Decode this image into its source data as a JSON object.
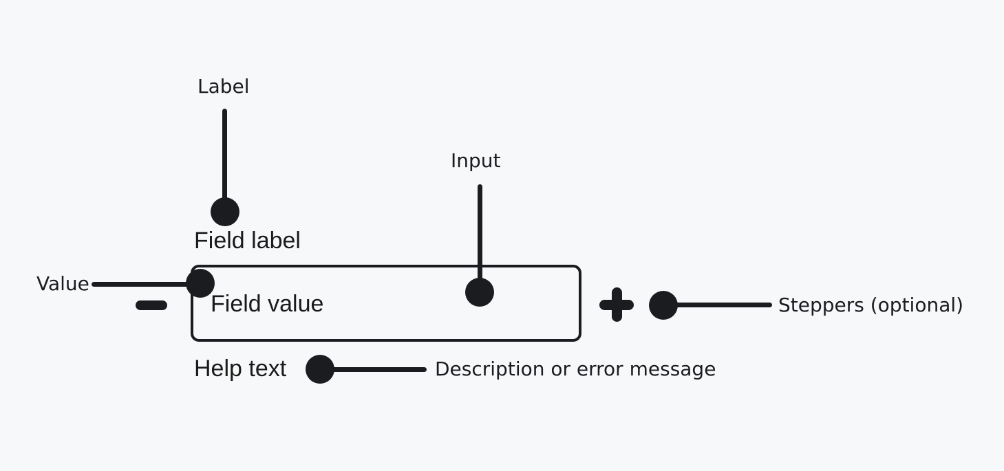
{
  "canvas": {
    "background": "#f7f8f9",
    "ink": "#1a1c20"
  },
  "component": {
    "field_label": "Field label",
    "field_value": "Field value",
    "help_text": "Help text",
    "decrement_icon": "minus",
    "increment_icon": "plus"
  },
  "callouts": {
    "label": "Label",
    "input": "Input",
    "value": "Value",
    "steppers": "Steppers (optional)",
    "help": "Description or error message"
  }
}
